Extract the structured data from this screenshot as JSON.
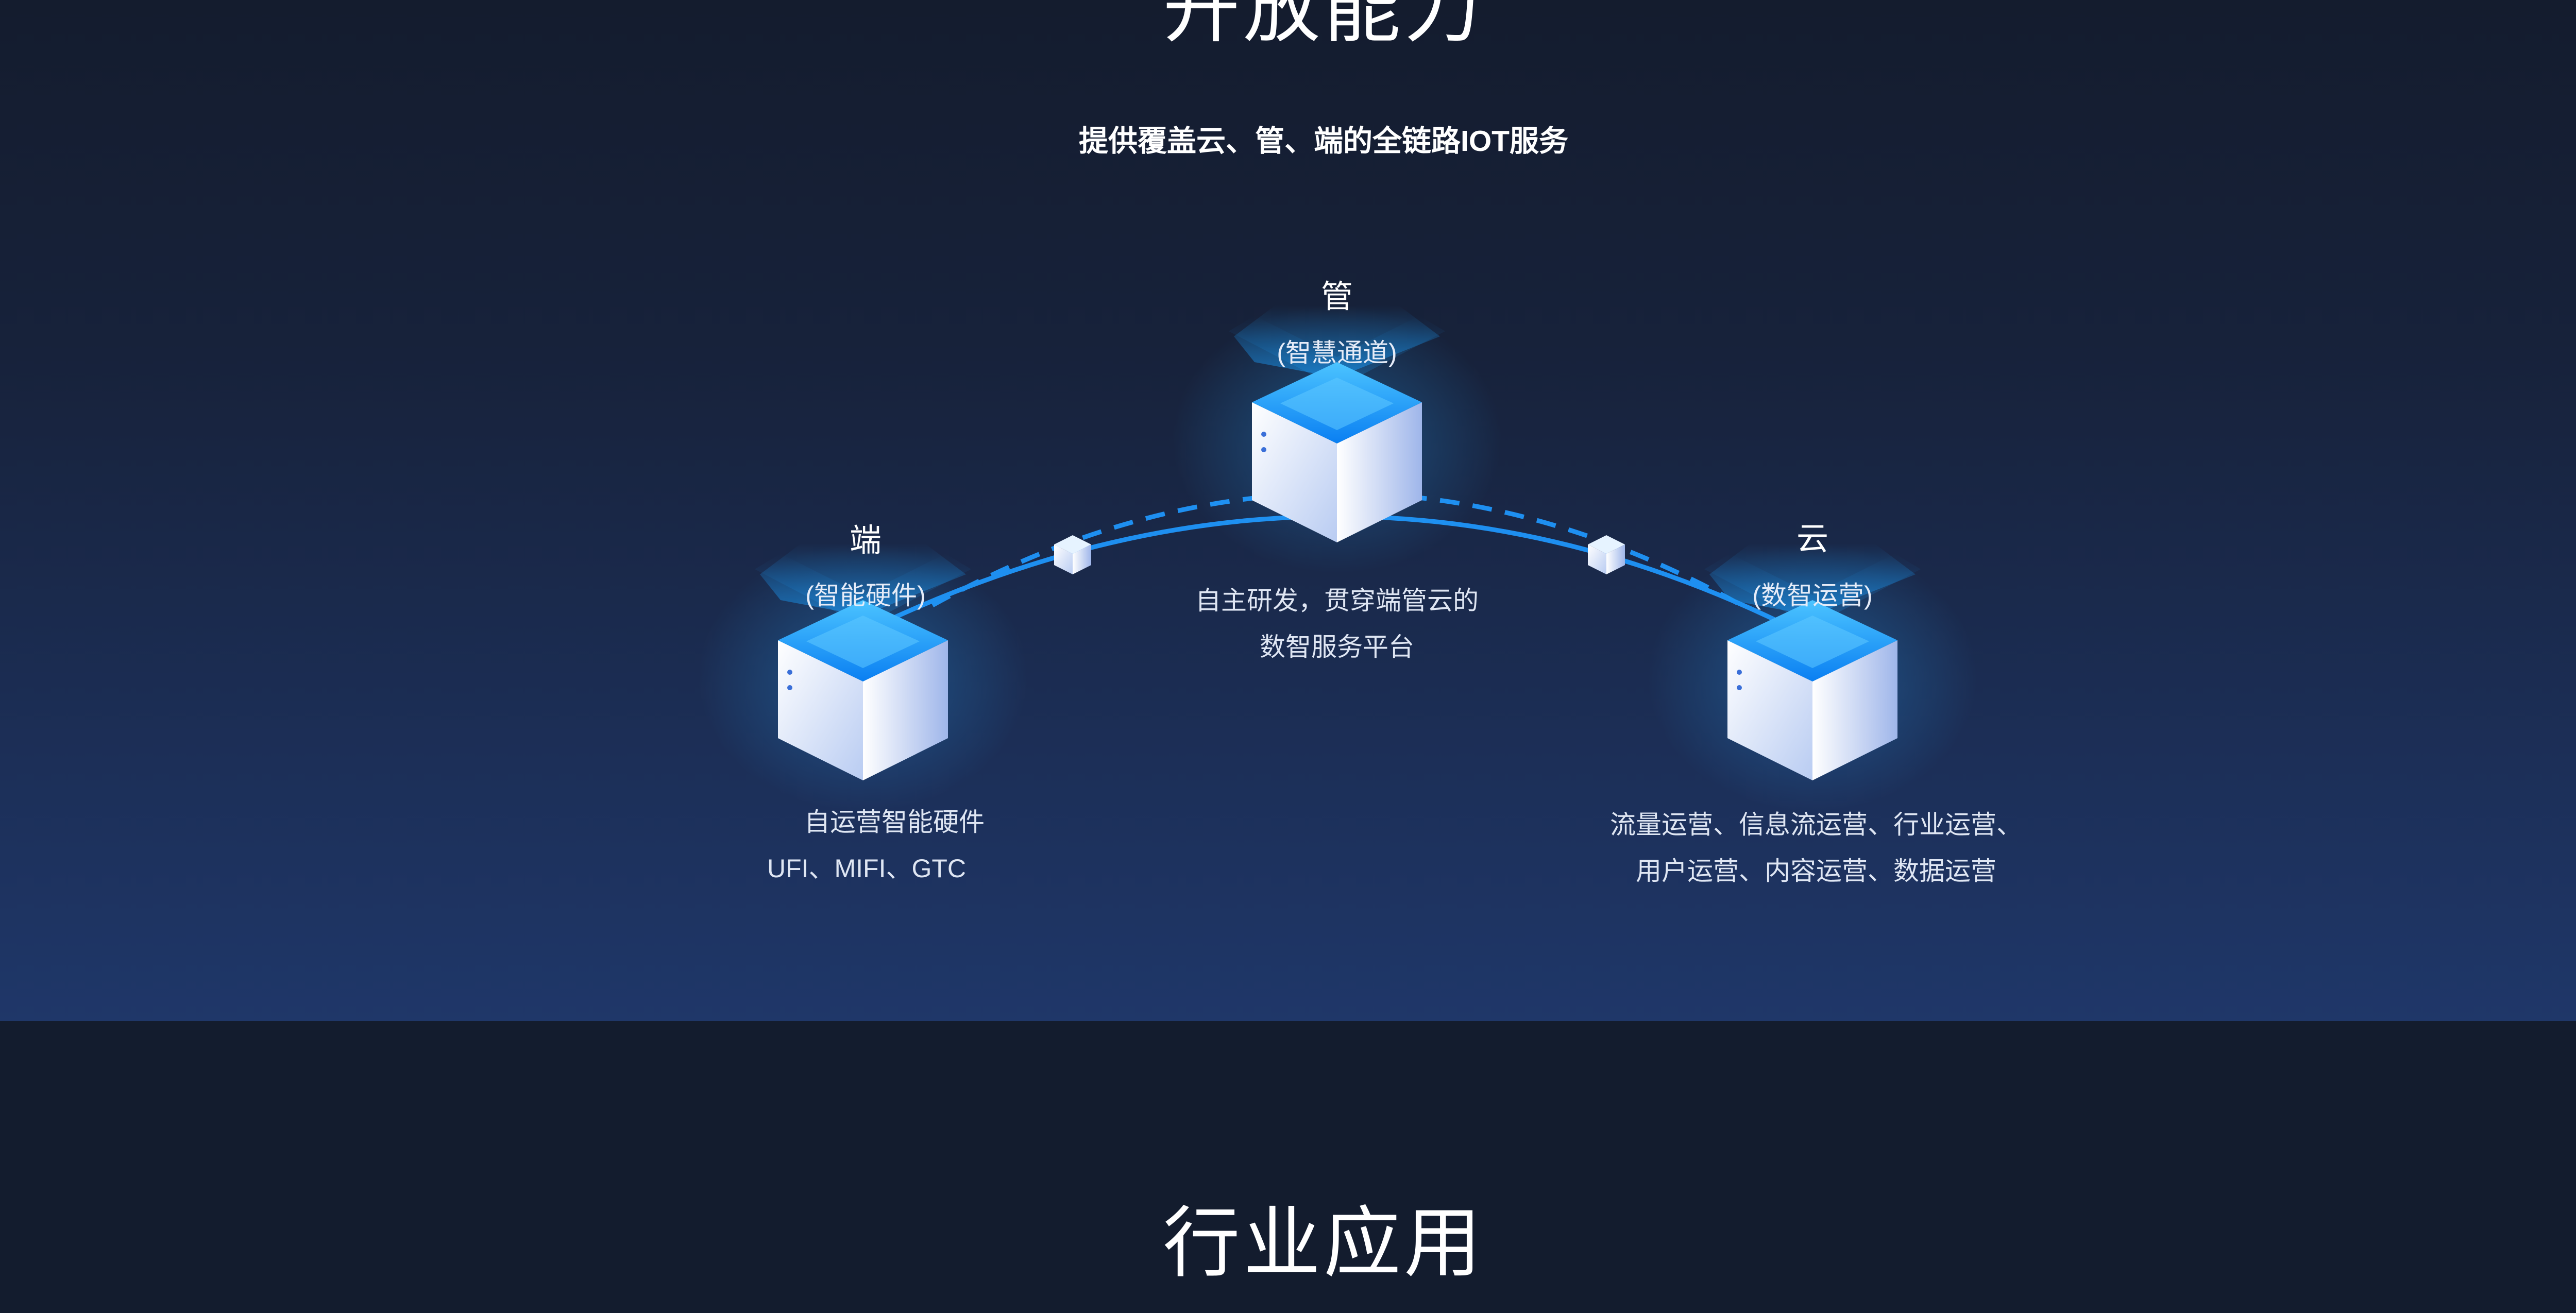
{
  "top_section": {
    "title": "开放能力",
    "subtitle": "提供覆盖云、管、端的全链路IOT服务"
  },
  "nodes": [
    {
      "id": "duan",
      "title": "端",
      "subtitle": "(智能硬件)",
      "description": [
        "自运营智能硬件",
        "UFI、MIFI、GTC"
      ]
    },
    {
      "id": "guan",
      "title": "管",
      "subtitle": "(智慧通道)",
      "description": [
        "自主研发，贯穿端管云的",
        "数智服务平台"
      ]
    },
    {
      "id": "yun",
      "title": "云",
      "subtitle": "(数智运营)",
      "description": [
        "流量运营、信息流运营、行业运营、",
        "用户运营、内容运营、数据运营"
      ]
    }
  ],
  "bottom_section": {
    "title": "行业应用"
  },
  "colors": {
    "background_dark": "#131c2e",
    "gradient_bottom": "#1f3769",
    "arc_blue": "#1e8ff0",
    "cube_top": "#1aa0ff",
    "cube_side": "#e8f0ff"
  }
}
